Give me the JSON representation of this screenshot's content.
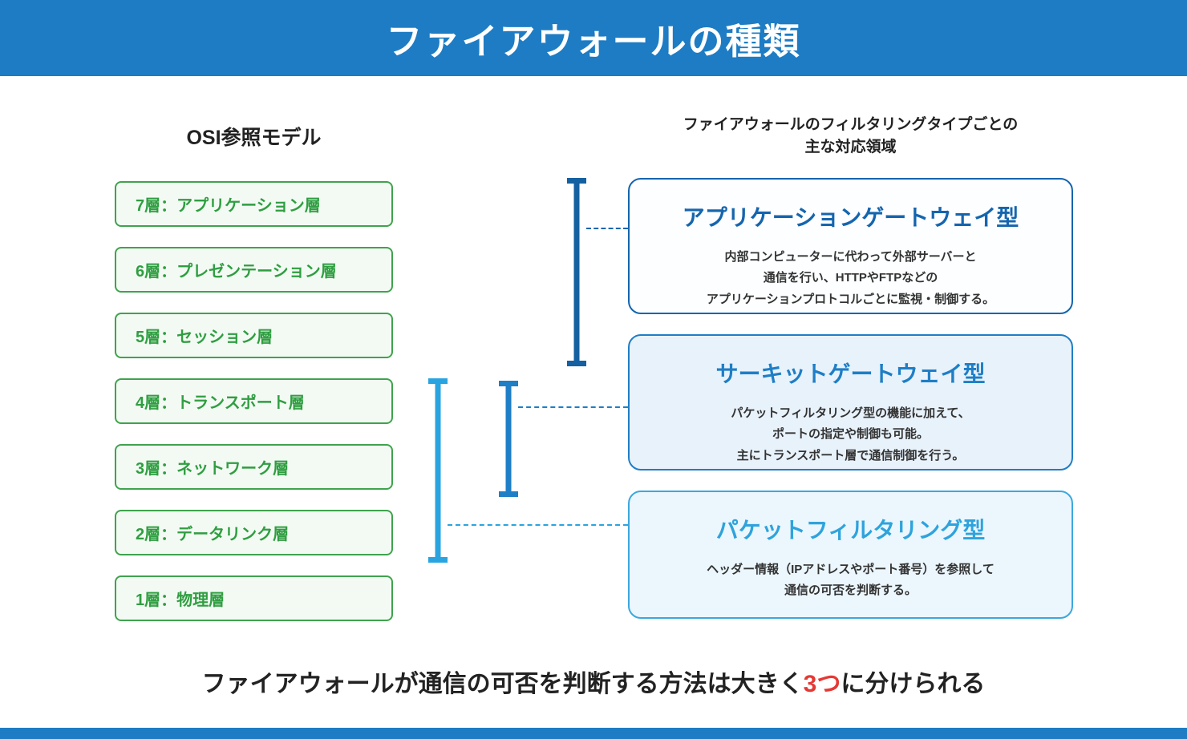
{
  "colors": {
    "bar_blue": "#1d7cc4",
    "osi_border_green": "#3fa34d",
    "osi_text_green": "#2f9e41",
    "type1_accent": "#1565ae",
    "type2_accent": "#1e7ec6",
    "type3_accent": "#2ea3dc",
    "bracket_dark_blue": "#1460a0",
    "bracket_mid_blue": "#1e7ec6",
    "bracket_light_blue": "#2aa4e0",
    "footer_highlight_red": "#e53935"
  },
  "header": {
    "title": "ファイアウォールの種類"
  },
  "osi": {
    "heading": "OSI参照モデル",
    "layers": [
      {
        "label": "7層：アプリケーション層"
      },
      {
        "label": "6層：プレゼンテーション層"
      },
      {
        "label": "5層：セッション層"
      },
      {
        "label": "4層：トランスポート層"
      },
      {
        "label": "3層：ネットワーク層"
      },
      {
        "label": "2層：データリンク層"
      },
      {
        "label": "1層：物理層"
      }
    ]
  },
  "filtering": {
    "heading_line1": "ファイアウォールのフィルタリングタイプごとの",
    "heading_line2": "主な対応領域",
    "types": [
      {
        "title": "アプリケーションゲートウェイ型",
        "desc_lines": [
          "内部コンピューターに代わって外部サーバーと",
          "通信を行い、HTTPやFTPなどの",
          "アプリケーションプロトコルごとに監視・制御する。"
        ]
      },
      {
        "title": "サーキットゲートウェイ型",
        "desc_lines": [
          "パケットフィルタリング型の機能に加えて、",
          "ポートの指定や制御も可能。",
          "主にトランスポート層で通信制御を行う。"
        ]
      },
      {
        "title": "パケットフィルタリング型",
        "desc_lines": [
          "ヘッダー情報（IPアドレスやポート番号）を参照して",
          "通信の可否を判断する。"
        ]
      }
    ]
  },
  "footer": {
    "text_before": "ファイアウォールが通信の可否を判断する方法は大きく",
    "highlight": "3つ",
    "text_after": "に分けられる"
  }
}
